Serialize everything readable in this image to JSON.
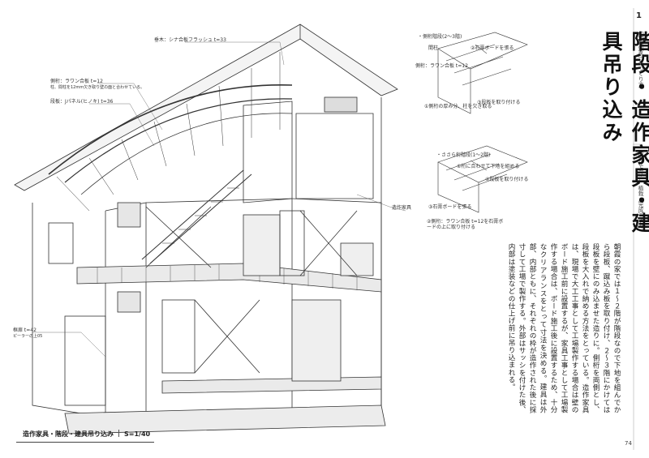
{
  "chapter": {
    "number": "1",
    "series": "「朝霞の家」のつくり方",
    "range": "内部仕上げ — 植栽（完成）まで"
  },
  "title": "階段・造作家具・建具吊り込み",
  "body_text": "朝霞の家では１〜２階が階段なので下地を組んでから段板、蹴込み板を取り付け、２〜３階にかけては段板を壁にのみ込ませた造りに。側桁を両側とし、段板を大入れで納める方法をとっている。造作家具は、現場で大工工事として工場製作する場合は壁のボード施工前に設置するが、家具工事として工場製作する場合は、ボード施工後に設置するため、十分なクリアランスをとって寸法を決める。建具は外部、内部ともに、それぞれの枠が造作された後に採寸して工場で製作する。外部はサッシを付けた後、内部は塗装などの仕上げ前に吊り込まれる。",
  "labels": {
    "roof_board": "垂木：シナ合板フラッシュ t=33",
    "side_stringer": "側桁：ラワン合板 t=12",
    "stringer_note": "柱、間柱を12mm欠き取り壁の面と合わせている。",
    "tread": "段板：Jパネル(ヒノキ) t=36",
    "furniture": "造作家具",
    "baseboard": "框扉 t=42",
    "baseboard_note": "ピーラーの上05",
    "stair23_title": "・側桁階段(2〜3階)",
    "stair23_a": "間柱",
    "stair23_b": "側桁：ラワン合板 t=12",
    "stair23_c": "②石膏ボードを張る",
    "stair23_d": "①側桁の厚み分、柱を欠き取る",
    "stair23_e": "③段板を取り付ける",
    "stair12_title": "・ささら桁階段(1〜2階)",
    "stair12_a": "①桁に合わせて下地を組める",
    "stair12_b": "④段板を取り付ける",
    "stair12_c": "③石膏ボードを張る",
    "stair12_d": "②側桁：ラワン合板 t=12を石膏ボードの上に取り付ける"
  },
  "caption": {
    "main": "造作家具・階段・建具吊り込み",
    "scale": "S=1/40"
  },
  "page_number": "74"
}
